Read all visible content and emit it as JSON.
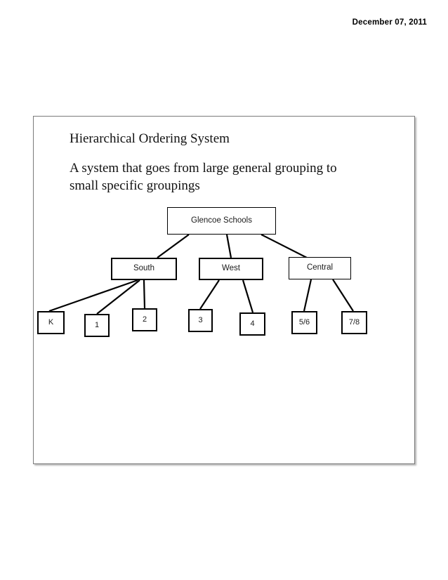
{
  "header": {
    "date": "December 07, 2011"
  },
  "slide": {
    "title": "Hierarchical Ordering System",
    "subtitle": "A system that goes from large general grouping to small specific groupings"
  },
  "diagram": {
    "type": "tree",
    "root": {
      "label": "Glencoe Schools"
    },
    "branches": [
      {
        "label": "South",
        "children": [
          "K",
          "1",
          "2"
        ]
      },
      {
        "label": "West",
        "children": [
          "3",
          "4"
        ]
      },
      {
        "label": "Central",
        "children": [
          "5/6",
          "7/8"
        ]
      }
    ],
    "nodes": {
      "root": "Glencoe Schools",
      "south": "South",
      "west": "West",
      "central": "Central",
      "leaf_k": "K",
      "leaf_1": "1",
      "leaf_2": "2",
      "leaf_3": "3",
      "leaf_4": "4",
      "leaf_56": "5/6",
      "leaf_78": "7/8"
    },
    "colors": {
      "node_border": "#000000",
      "node_fill": "#ffffff",
      "connector": "#000000",
      "frame_border": "#7b7b7b",
      "text": "#1a1a1a"
    }
  }
}
